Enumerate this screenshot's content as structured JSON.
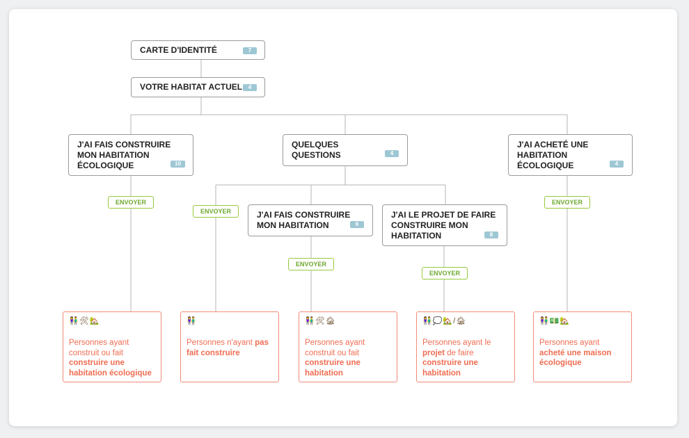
{
  "nodes": {
    "carte": {
      "label": "CARTE D'IDENTITÉ",
      "badge": "7"
    },
    "habitat": {
      "label": "VOTRE HABITAT ACTUEL",
      "badge": "4"
    },
    "construit_eco": {
      "label": "J'AI FAIS CONSTRUIRE\nMON HABITATION\nÉCOLOGIQUE",
      "badge": "10"
    },
    "questions": {
      "label": "QUELQUES\nQUESTIONS",
      "badge": "4"
    },
    "achete_eco": {
      "label": "J'AI ACHETÉ UNE\nHABITATION\nÉCOLOGIQUE",
      "badge": "4"
    },
    "construit": {
      "label": "J'AI FAIS CONSTRUIRE\nMON HABITATION",
      "badge": "6"
    },
    "projet": {
      "label": "J'AI LE PROJET DE FAIRE\nCONSTRUIRE MON\nHABITATION",
      "badge": "8"
    }
  },
  "send_label": "ENVOYER",
  "results": [
    {
      "icons": "👫🛠🏡",
      "pre": "Personnes ayant construit ou fait ",
      "bold": "construire une habitation écologique",
      "post": ""
    },
    {
      "icons": "👫",
      "pre": "Personnes n'ayant ",
      "bold": "pas fait construire",
      "post": ""
    },
    {
      "icons": "👫🛠🏚",
      "pre": " Personnes ayant construit ou fait ",
      "bold": "construire une habitation",
      "post": ""
    },
    {
      "icons": "👫💭🏡/🏚",
      "pre": "Personnes ayant le ",
      "bold": "projet",
      "post": " de faire ",
      "bold2": "construire une habitation"
    },
    {
      "icons": "👫💵🏡",
      "pre": "Personnes ayant ",
      "bold": "acheté une maison écologique",
      "post": ""
    }
  ],
  "colors": {
    "node_border": "#9a9a9a",
    "badge": "#9ec7d4",
    "send": "#97c93d",
    "result": "#f08a78"
  }
}
